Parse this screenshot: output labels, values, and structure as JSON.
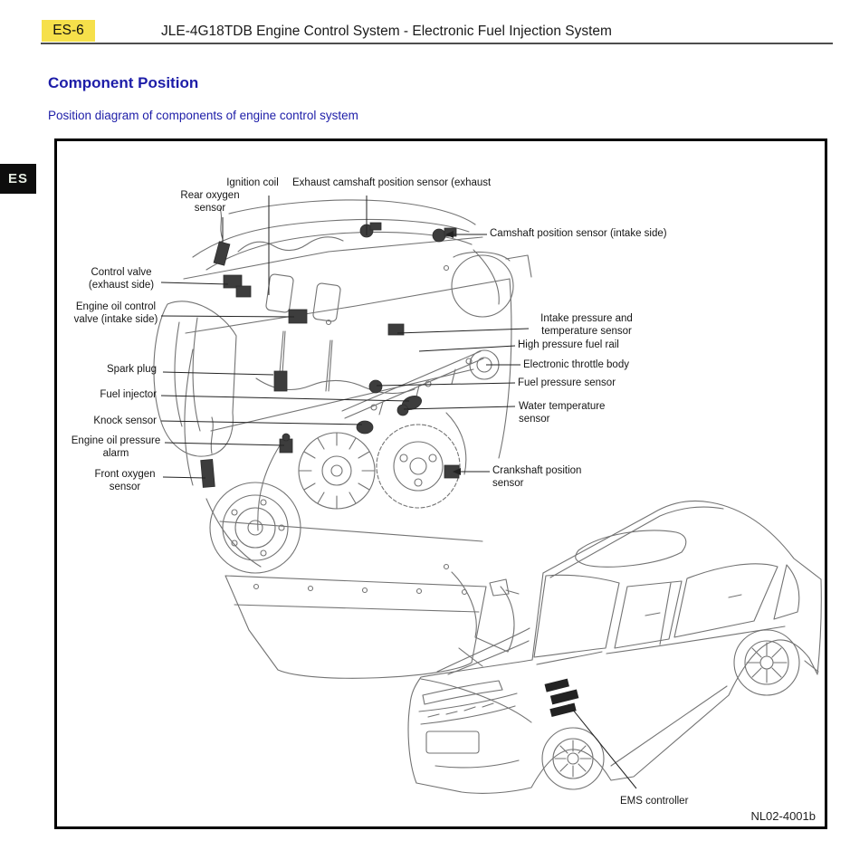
{
  "header": {
    "page_code": "ES-6",
    "title": "JLE-4G18TDB Engine Control System - Electronic Fuel Injection System"
  },
  "side_tab": {
    "label": "ES"
  },
  "section": {
    "heading": "Component Position",
    "subheading": "Position diagram of components of engine control system"
  },
  "figure": {
    "code": "NL02-4001b",
    "labels": [
      {
        "id": "ignition-coil",
        "text": "Ignition coil"
      },
      {
        "id": "exhaust-camshaft-position-sensor",
        "text": "Exhaust camshaft position sensor (exhaust"
      },
      {
        "id": "rear-oxygen-sensor",
        "text": "Rear oxygen\nsensor"
      },
      {
        "id": "camshaft-position-sensor-intake-side",
        "text": "Camshaft position sensor (intake side)"
      },
      {
        "id": "control-valve-exhaust-side",
        "text": "Control valve\n(exhaust side)"
      },
      {
        "id": "engine-oil-control-valve-intake-side",
        "text": "Engine oil control\nvalve (intake side)"
      },
      {
        "id": "intake-pressure-and-temperature-sensor",
        "text": "Intake pressure and\ntemperature sensor"
      },
      {
        "id": "high-pressure-fuel-rail",
        "text": "High pressure fuel rail"
      },
      {
        "id": "electronic-throttle-body",
        "text": "Electronic throttle body"
      },
      {
        "id": "fuel-pressure-sensor",
        "text": "Fuel pressure sensor"
      },
      {
        "id": "water-temperature-sensor",
        "text": "Water temperature\nsensor"
      },
      {
        "id": "spark-plug",
        "text": "Spark plug"
      },
      {
        "id": "fuel-injector",
        "text": "Fuel injector"
      },
      {
        "id": "knock-sensor",
        "text": "Knock sensor"
      },
      {
        "id": "engine-oil-pressure-alarm",
        "text": "Engine oil pressure\nalarm"
      },
      {
        "id": "front-oxygen-sensor",
        "text": "Front oxygen\nsensor"
      },
      {
        "id": "crankshaft-position-sensor",
        "text": "Crankshaft position\nsensor"
      },
      {
        "id": "ems-controller",
        "text": "EMS controller"
      }
    ]
  },
  "colors": {
    "accent_blue": "#1d1da8",
    "highlight_yellow": "#f6e04a",
    "tab_background": "#0d0d0d",
    "tab_text": "#e6ede2",
    "line_art_gray": "#737373",
    "figure_border": "#000000"
  }
}
